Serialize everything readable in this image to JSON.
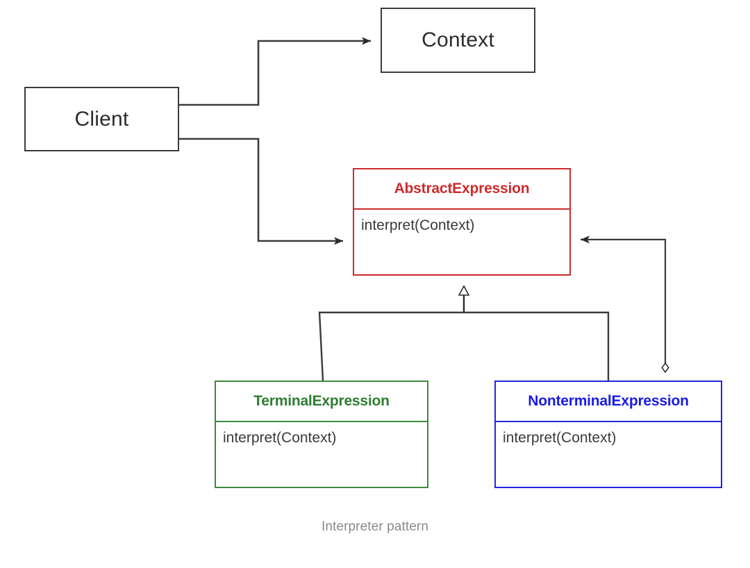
{
  "diagram": {
    "caption": "Interpreter pattern",
    "kind": "uml-class-diagram",
    "background": "#ffffff",
    "colors": {
      "default_stroke": "#3b3b3b",
      "abstract_expression": "#cc2b2b",
      "terminal_expression": "#3d8b3d",
      "nonterminal_expression": "#2323e0",
      "method_text": "#3a3a3a",
      "caption_text": "#8a8a8a"
    },
    "nodes": {
      "client": {
        "label": "Client",
        "type": "plain-box"
      },
      "context": {
        "label": "Context",
        "type": "plain-box"
      },
      "abstract_expression": {
        "title": "AbstractExpression",
        "methods": "interpret(Context)",
        "type": "class-box"
      },
      "terminal_expression": {
        "title": "TerminalExpression",
        "methods": "interpret(Context)",
        "type": "class-box"
      },
      "nonterminal_expression": {
        "title": "NonterminalExpression",
        "methods": "interpret(Context)",
        "type": "class-box"
      }
    },
    "edges": [
      {
        "name": "client-uses-context",
        "from": "client",
        "to": "context",
        "relation": "association",
        "arrowhead": "filled-arrow"
      },
      {
        "name": "client-uses-abstract-expression",
        "from": "client",
        "to": "abstract_expression",
        "relation": "association",
        "arrowhead": "filled-arrow"
      },
      {
        "name": "terminal-expression-inherits-abstract-expression",
        "from": "terminal_expression",
        "to": "abstract_expression",
        "relation": "generalization",
        "arrowhead": "hollow-triangle"
      },
      {
        "name": "nonterminal-expression-inherits-abstract-expression",
        "from": "nonterminal_expression",
        "to": "abstract_expression",
        "relation": "generalization",
        "arrowhead": "hollow-triangle"
      },
      {
        "name": "nonterminal-expression-aggregates-abstract-expression",
        "from": "nonterminal_expression",
        "to": "abstract_expression",
        "relation": "aggregation",
        "arrowhead": "filled-arrow",
        "tail": "hollow-diamond"
      }
    ]
  }
}
